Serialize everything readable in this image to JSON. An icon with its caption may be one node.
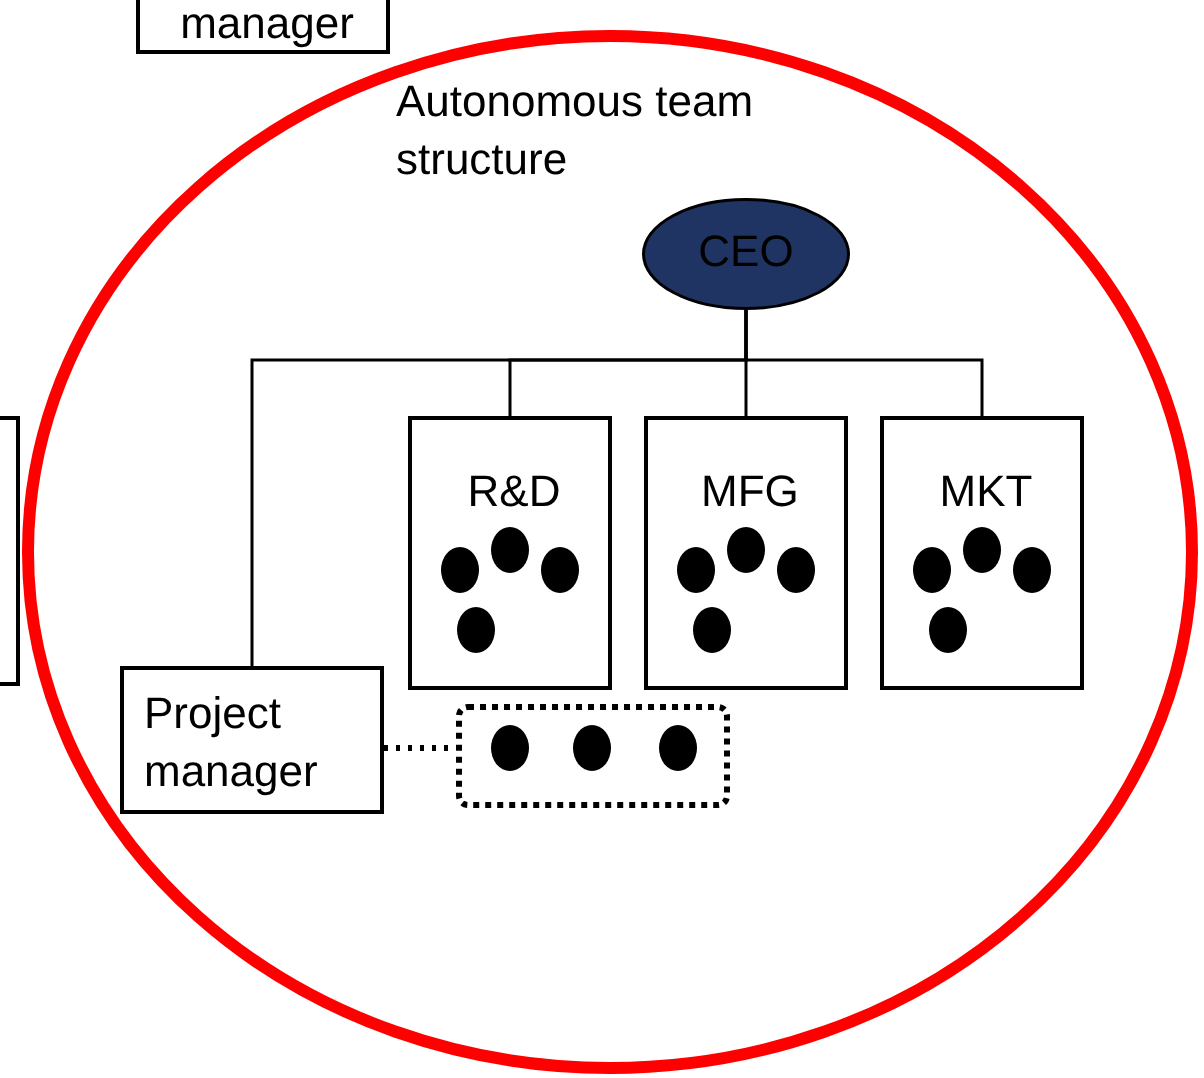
{
  "diagram": {
    "nodes": [
      {
        "text": [
          "manager"
        ]
      },
      {
        "text": [],
        "shape": "box"
      },
      {
        "text": [
          "Autonomous team structure"
        ]
      },
      {
        "text": [
          "CEO"
        ],
        "in": 2
      },
      {
        "text": [
          "R&D"
        ],
        "in": 2
      },
      {
        "text": [
          "MFG"
        ],
        "in": 2
      },
      {
        "text": [
          "MKT"
        ],
        "in": 2
      },
      {
        "text": [
          "Project manager"
        ],
        "in": 2
      },
      {
        "text": [],
        "shape": "box",
        "in": 2
      }
    ],
    "edges": [
      {
        "from": 3,
        "to": 4,
        "arrow": "none"
      },
      {
        "from": 3,
        "to": 5,
        "arrow": "none"
      },
      {
        "from": 3,
        "to": 6,
        "arrow": "none"
      },
      {
        "from": 3,
        "to": 7,
        "arrow": "none"
      },
      {
        "from": 7,
        "to": 8,
        "arrow": "none",
        "style": "dashed"
      }
    ]
  }
}
